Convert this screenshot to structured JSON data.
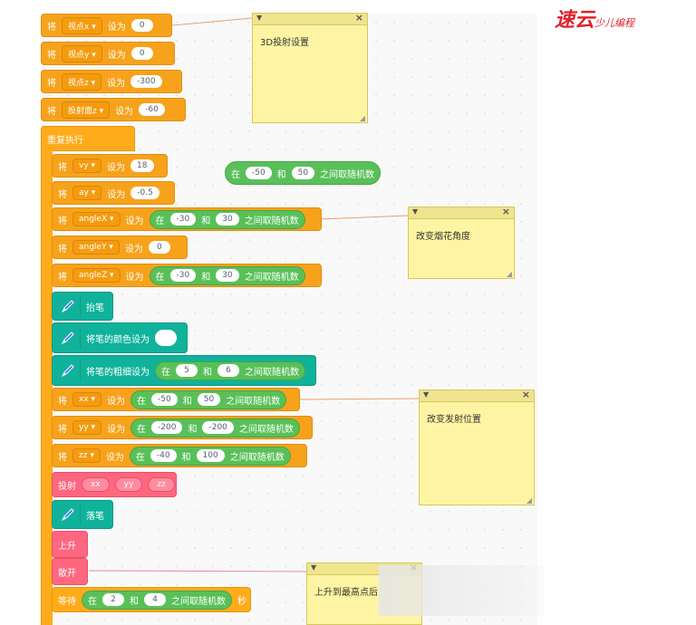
{
  "logo": {
    "text": "速云",
    "sub": "少儿编程"
  },
  "words": {
    "set": "将",
    "to": "设为",
    "rand_in": "在",
    "and": "和",
    "rand_between": "之间取随机数",
    "seconds": "秒"
  },
  "blocks": {
    "viewx": {
      "var": "视点x",
      "value": "0"
    },
    "viewy": {
      "var": "视点y",
      "value": "0"
    },
    "viewz": {
      "var": "视点z",
      "value": "-300"
    },
    "projz": {
      "var": "投射面z",
      "value": "-60"
    },
    "repeat": {
      "label": "重复执行"
    },
    "vy": {
      "var": "vy",
      "value": "18"
    },
    "ay": {
      "var": "ay",
      "value": "-0.5"
    },
    "anglex": {
      "var": "angleX",
      "min": "-30",
      "max": "30"
    },
    "angley": {
      "var": "angleY",
      "value": "0"
    },
    "anglez": {
      "var": "angleZ",
      "min": "-30",
      "max": "30"
    },
    "pen_up": {
      "label": "抬笔"
    },
    "pen_color": {
      "label": "将笔的颜色设为"
    },
    "pen_size": {
      "label": "将笔的粗细设为",
      "min": "5",
      "max": "6"
    },
    "xx": {
      "var": "xx",
      "min": "-50",
      "max": "50"
    },
    "yy": {
      "var": "yy",
      "min": "-200",
      "max": "-200"
    },
    "zz": {
      "var": "zz",
      "min": "-40",
      "max": "100"
    },
    "project": {
      "label": "投射",
      "args": [
        "xx",
        "yy",
        "zz"
      ]
    },
    "pen_down": {
      "label": "落笔"
    },
    "rise": {
      "label": "上升"
    },
    "scatter": {
      "label": "散开"
    },
    "wait": {
      "label": "等待",
      "min": "2",
      "max": "4"
    },
    "loose": {
      "min": "-50",
      "max": "50"
    }
  },
  "notes": [
    {
      "text": "3D投射设置"
    },
    {
      "text": "改变烟花角度"
    },
    {
      "text": "改变发射位置"
    },
    {
      "text": "上升到最高点后"
    }
  ]
}
